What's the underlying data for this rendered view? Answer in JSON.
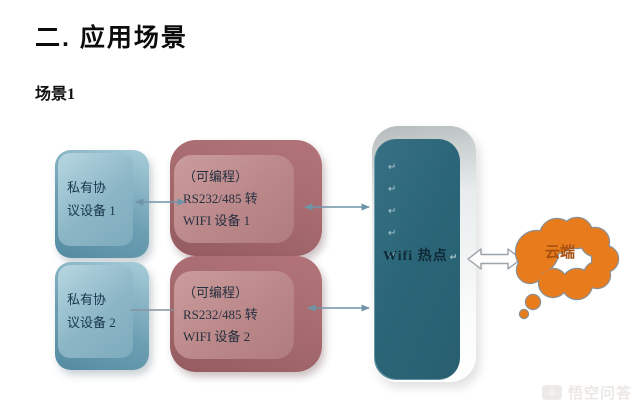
{
  "page": {
    "title": "二. 应用场景",
    "subtitle": "场景1"
  },
  "diagram": {
    "devices": [
      {
        "lines": [
          "私有协",
          "议设备 1"
        ]
      },
      {
        "lines": [
          "私有协",
          "议设备 2"
        ]
      }
    ],
    "converters": [
      {
        "lines": [
          "（可编程）",
          "RS232/485 转",
          "WIFI 设备 1"
        ]
      },
      {
        "lines": [
          "（可编程）",
          "RS232/485 转",
          "WIFI 设备 2"
        ]
      }
    ],
    "hotspot": {
      "label": "Wifi 热点",
      "return_mark": "↵",
      "return_marks_count": 5
    },
    "cloud": {
      "label": "云端"
    }
  },
  "watermark": {
    "text": "悟空问答"
  },
  "colors": {
    "device_fill": "#8cb6c6",
    "device_side": "#5e93a8",
    "converter_fill": "#bb888a",
    "converter_side": "#a06a6e",
    "hotspot_fill": "#2b6678",
    "hotspot_side": "#e8ecec",
    "cloud_fill": "#e87c1c",
    "cloud_outline": "#8a9096",
    "cloud_text": "#a8500f",
    "arrow": "#6f94a8",
    "box_text": "#1f3347",
    "background": "#ffffff"
  }
}
